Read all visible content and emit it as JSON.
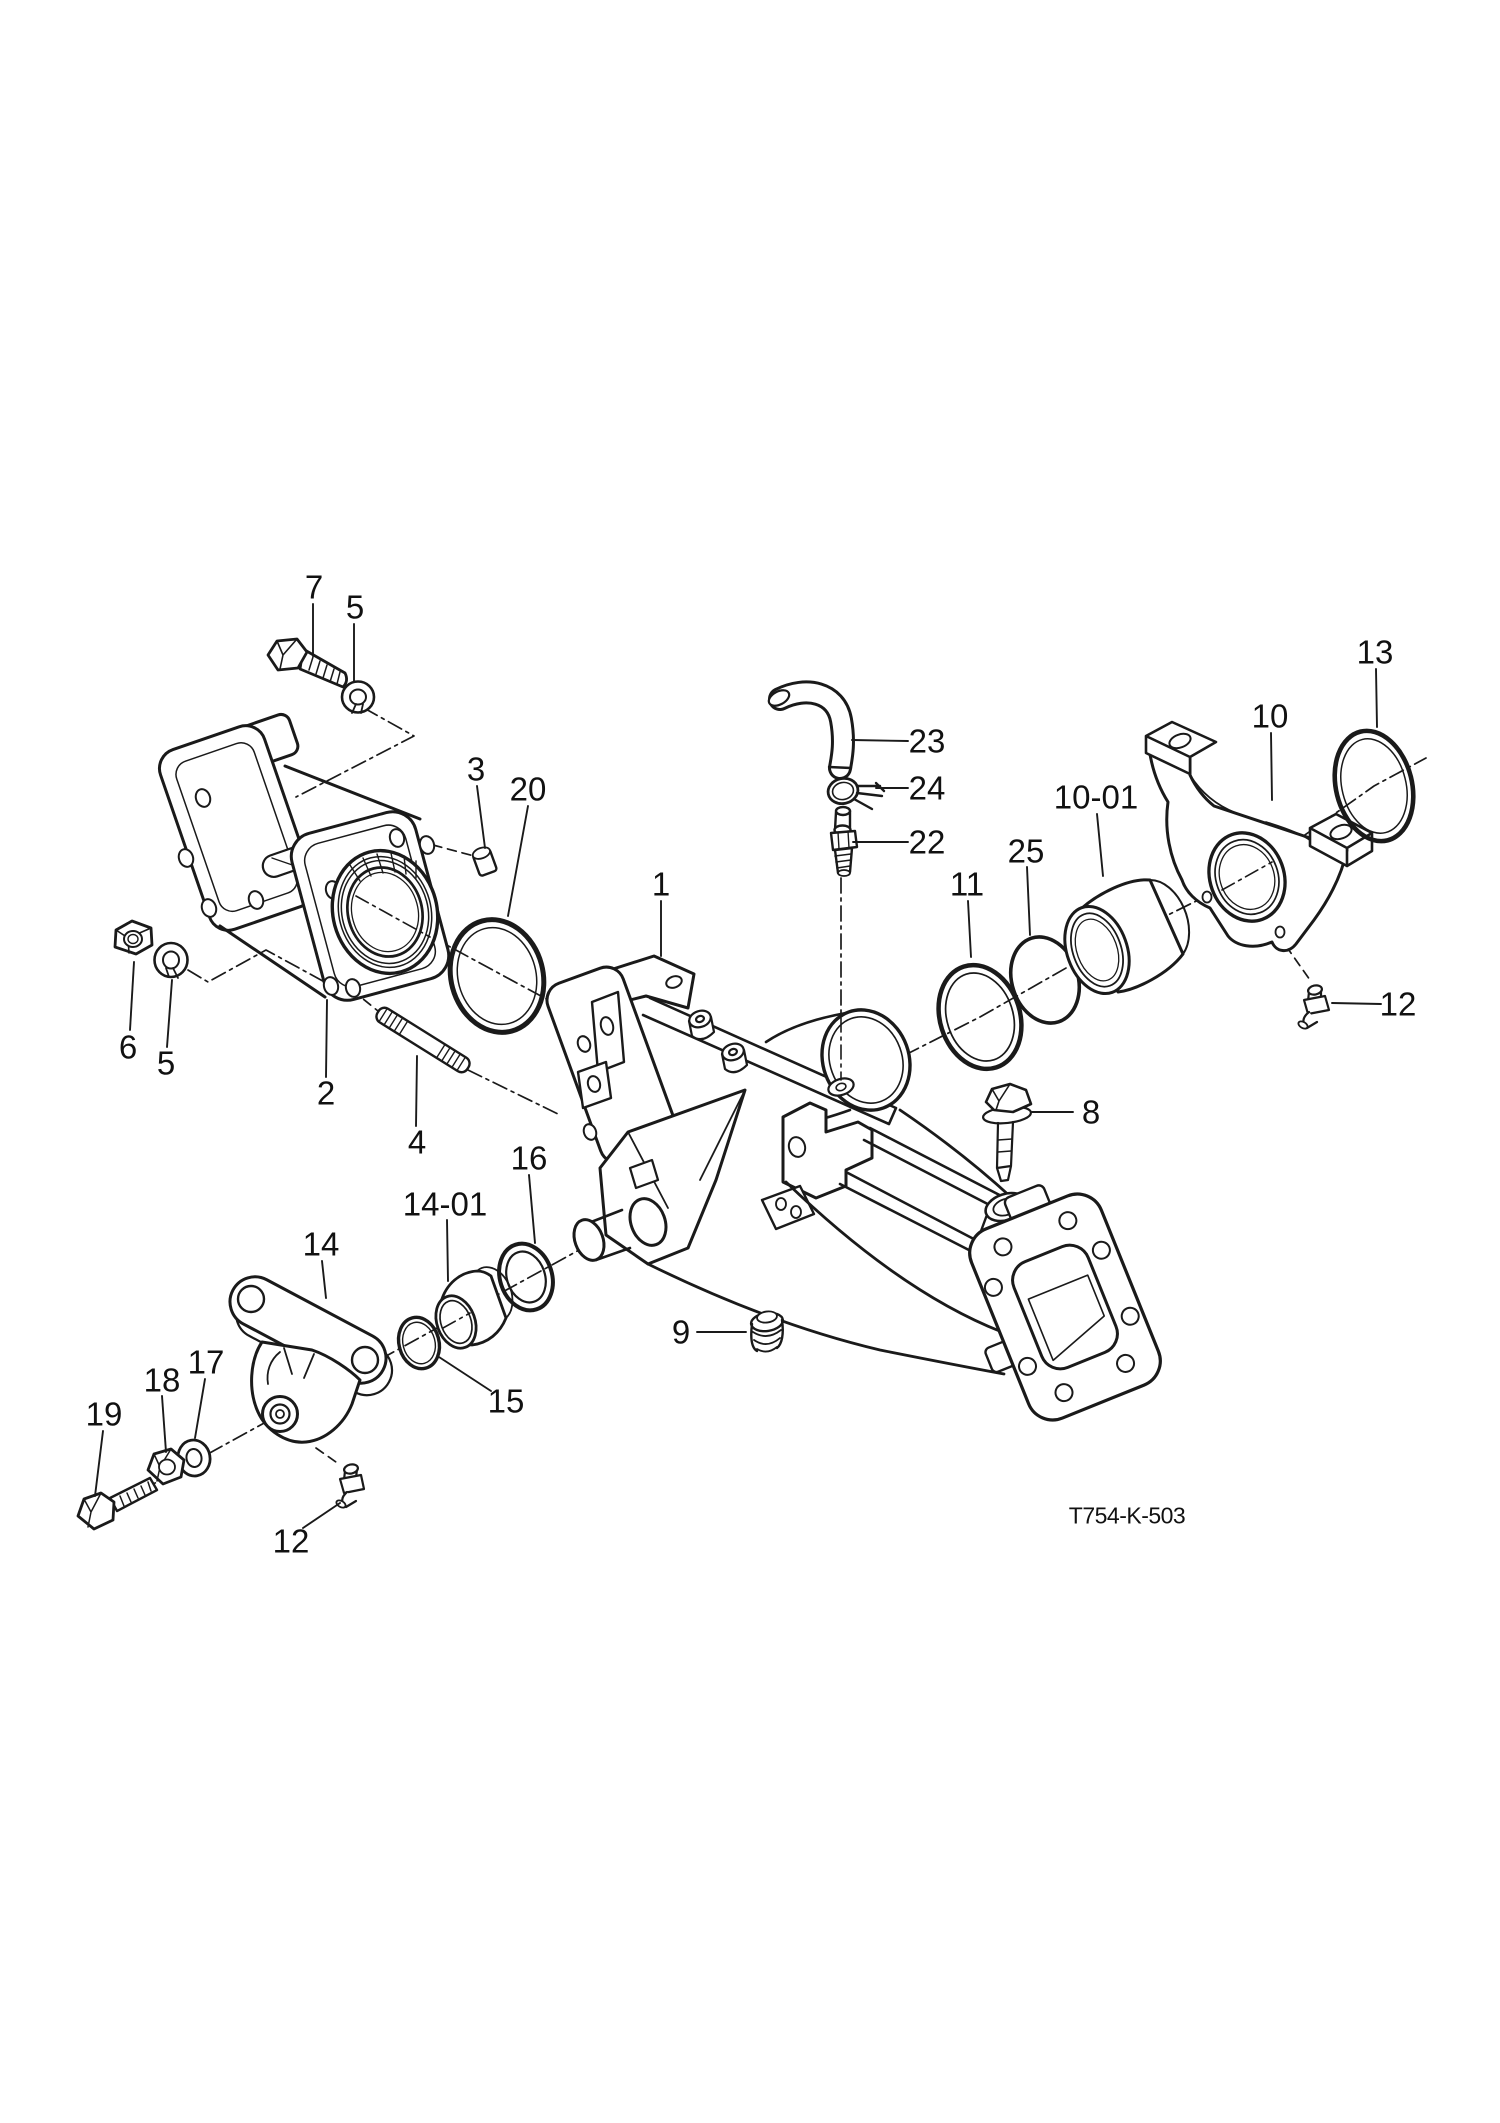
{
  "page": {
    "background": "#ffffff",
    "line_color": "#1a1a1a"
  },
  "drawing": {
    "code": "T754-K-503"
  },
  "callouts": [
    {
      "label": "7"
    },
    {
      "label": "5"
    },
    {
      "label": "3"
    },
    {
      "label": "20"
    },
    {
      "label": "6"
    },
    {
      "label": "5"
    },
    {
      "label": "2"
    },
    {
      "label": "4"
    },
    {
      "label": "1"
    },
    {
      "label": "23"
    },
    {
      "label": "24"
    },
    {
      "label": "22"
    },
    {
      "label": "25"
    },
    {
      "label": "11"
    },
    {
      "label": "10-01"
    },
    {
      "label": "10"
    },
    {
      "label": "13"
    },
    {
      "label": "12"
    },
    {
      "label": "8"
    },
    {
      "label": "9"
    },
    {
      "label": "16"
    },
    {
      "label": "14-01"
    },
    {
      "label": "14"
    },
    {
      "label": "15"
    },
    {
      "label": "17"
    },
    {
      "label": "18"
    },
    {
      "label": "19"
    },
    {
      "label": "12"
    }
  ]
}
